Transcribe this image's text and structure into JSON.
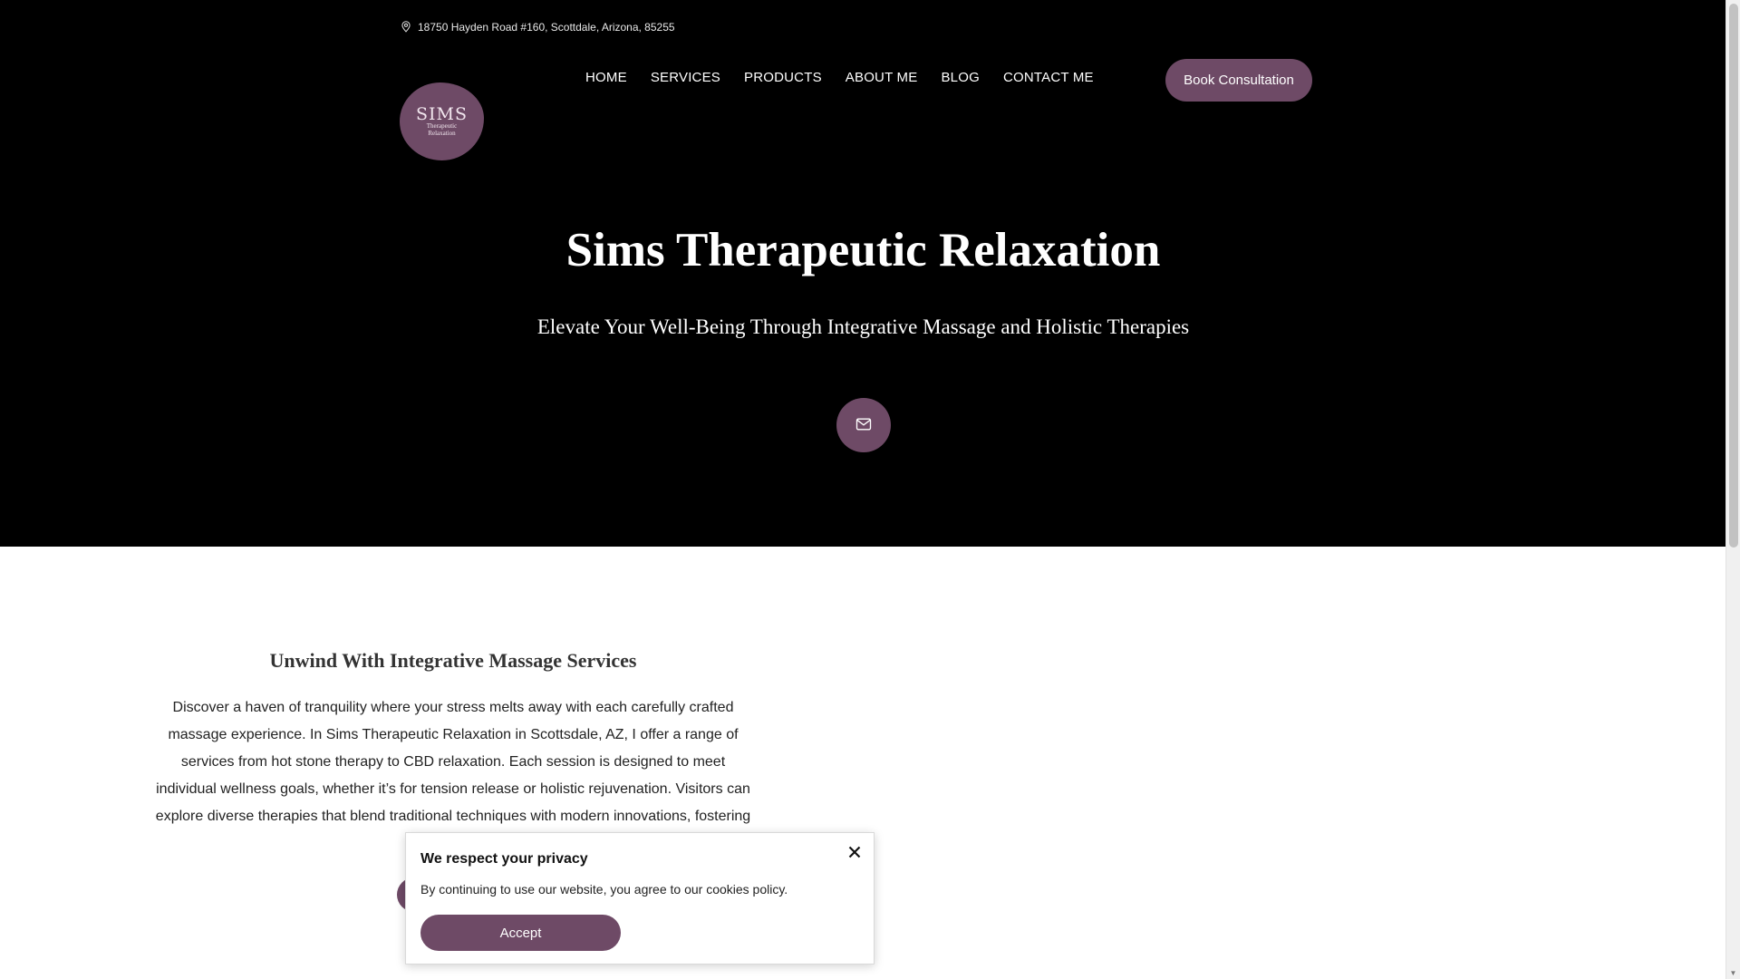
{
  "topbar": {
    "address": "18750 Hayden Road #160, Scottdale, Arizona, 85255",
    "icon": "map-pin-icon"
  },
  "logo": {
    "main": "SIMS",
    "sub_line1": "Therapeutic",
    "sub_line2": "Relaxation"
  },
  "nav": {
    "items": [
      {
        "label": "HOME"
      },
      {
        "label": "SERVICES"
      },
      {
        "label": "PRODUCTS"
      },
      {
        "label": "ABOUT ME"
      },
      {
        "label": "BLOG"
      },
      {
        "label": "CONTACT ME"
      }
    ],
    "cta_label": "Book Consultation"
  },
  "hero": {
    "title": "Sims Therapeutic Relaxation",
    "subtitle": "Elevate Your Well-Being Through Integrative Massage and Holistic Therapies",
    "mail_icon": "mail-icon"
  },
  "section": {
    "title": "Unwind With Integrative Massage Services",
    "body": "Discover a haven of tranquility where your stress melts away with each carefully crafted massage experience. In Sims Therapeutic Relaxation in Scottsdale, AZ, I offer a range of services from hot stone therapy to CBD relaxation. Each session is designed to meet individual wellness goals, whether it’s for tension release or holistic rejuvenation. Visitors can explore diverse therapies that blend traditional techniques with modern innovations, fostering a j"
  },
  "cookie": {
    "title": "We respect your privacy",
    "message": "By continuing to use our website, you agree to our cookies policy.",
    "accept_label": "Accept"
  },
  "colors": {
    "accent": "#6e4a66",
    "hero_bg": "#000000",
    "page_bg": "#ffffff"
  }
}
